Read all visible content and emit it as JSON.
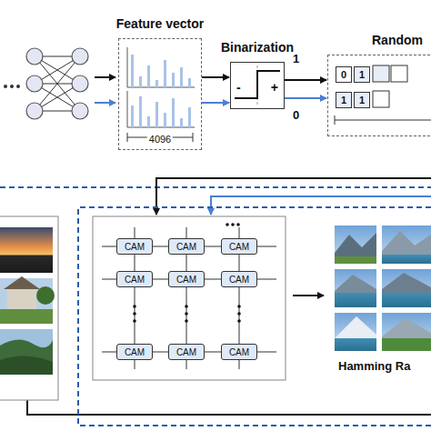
{
  "diagram": {
    "nodes": [
      {
        "text": [
          "Feature vector",
          "4096"
        ]
      },
      {
        "text": [
          "Binarization",
          "-",
          "+"
        ]
      },
      {
        "text": [
          "Random"
        ]
      },
      {
        "text": [
          "0"
        ],
        "in": 2
      },
      {
        "text": [
          "1"
        ],
        "in": 2
      },
      {
        "text": [
          "1"
        ],
        "in": 2
      },
      {
        "text": [
          "1"
        ],
        "in": 2
      },
      {
        "text": [
          "CAM"
        ]
      },
      {
        "text": [
          "CAM"
        ]
      },
      {
        "text": [
          "CAM"
        ]
      },
      {
        "text": [
          "CAM"
        ]
      },
      {
        "text": [
          "CAM"
        ]
      },
      {
        "text": [
          "CAM"
        ]
      },
      {
        "text": [
          "CAM"
        ]
      },
      {
        "text": [
          "CAM"
        ]
      },
      {
        "text": [
          "CAM"
        ]
      }
    ],
    "edges": [
      {
        "from": 0,
        "to": 1,
        "arrow": "to"
      },
      {
        "from": 0,
        "to": 1,
        "arrow": "to"
      },
      {
        "from": 1,
        "to": 2,
        "arrow": "to"
      },
      {
        "from": 1,
        "to": 2,
        "arrow": "to"
      }
    ],
    "labels": [
      "1",
      "0",
      "Hamming Ra"
    ]
  }
}
